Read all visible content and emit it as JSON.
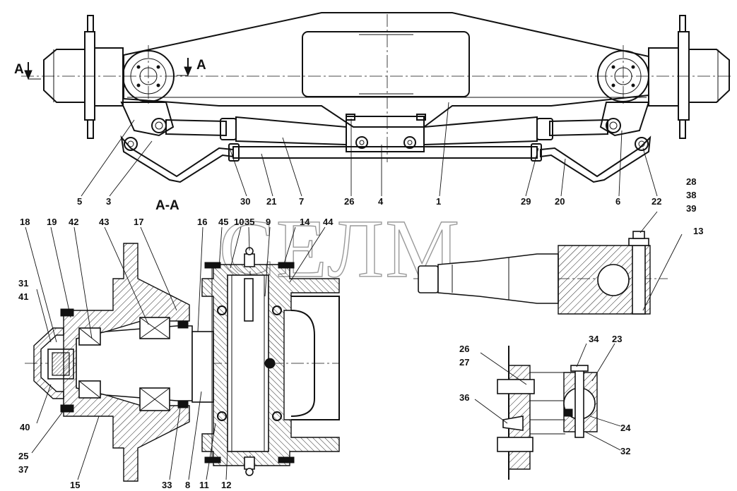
{
  "section_marker": "А",
  "section_title": "А-А",
  "watermark": "СЕЛМ",
  "callouts": {
    "c1": "1",
    "c3": "3",
    "c4": "4",
    "c5": "5",
    "c6": "6",
    "c7": "7",
    "c8": "8",
    "c9": "9",
    "c10": "10",
    "c11": "11",
    "c12": "12",
    "c13": "13",
    "c14": "14",
    "c15": "15",
    "c16": "16",
    "c17": "17",
    "c18": "18",
    "c19": "19",
    "c20": "20",
    "c21": "21",
    "c22": "22",
    "c23": "23",
    "c24": "24",
    "c25": "25",
    "c26": "26",
    "c26b": "26",
    "c27": "27",
    "c28": "28",
    "c29": "29",
    "c30": "30",
    "c31": "31",
    "c32": "32",
    "c33": "33",
    "c34": "34",
    "c35": "35",
    "c36": "36",
    "c37": "37",
    "c38": "38",
    "c39": "39",
    "c40": "40",
    "c41": "41",
    "c42": "42",
    "c43": "43",
    "c44": "44",
    "c45": "45"
  }
}
